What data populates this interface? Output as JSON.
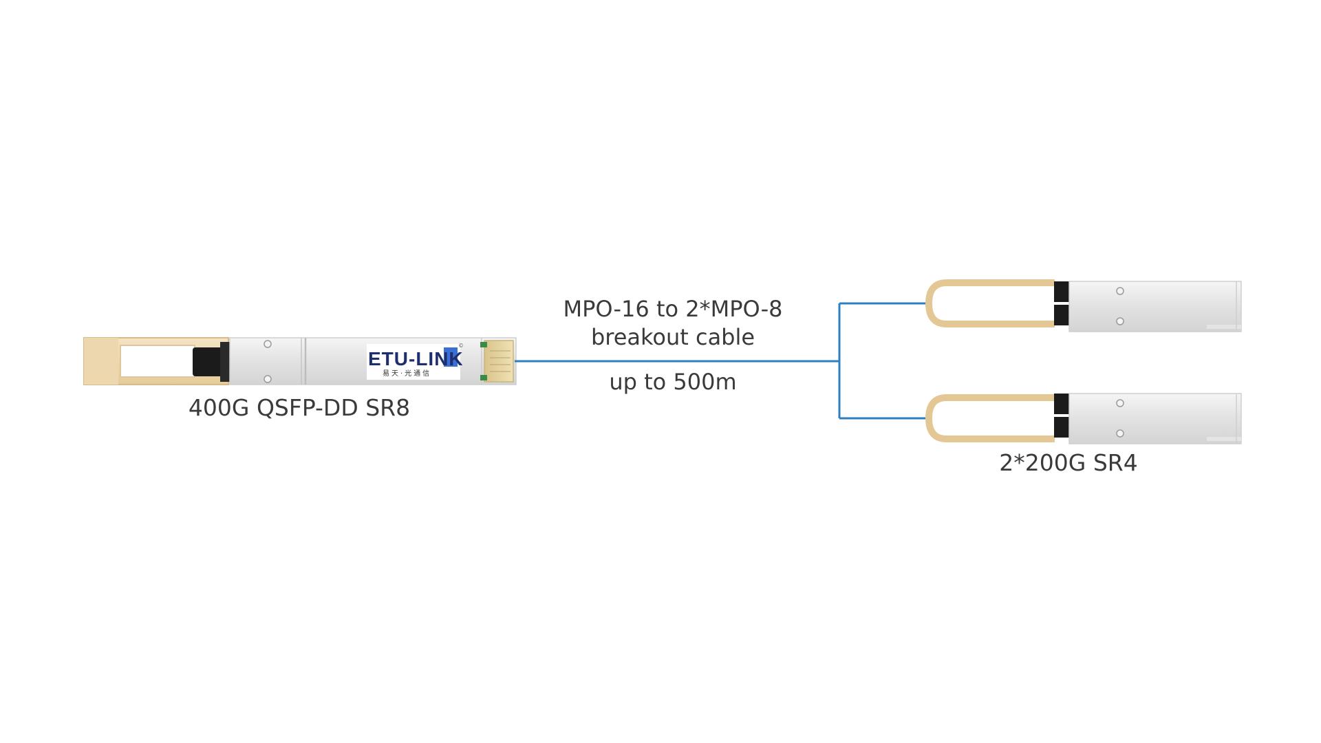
{
  "diagram": {
    "title": "",
    "left_module": {
      "label": "400G QSFP-DD SR8",
      "brand": "ETU-LINK",
      "brand_sub": "易天·光通信",
      "brand_mark": "©"
    },
    "cable": {
      "line1": "MPO-16 to 2*MPO-8",
      "line2": "breakout cable",
      "distance": "up to 500m"
    },
    "right_modules": {
      "label": "2*200G SR4"
    },
    "colors": {
      "cable": "#2d7fc0",
      "pull_tab": "#e3c896",
      "pull_tab_fill": "#f1e1c1",
      "module_body": "#e8e8e8",
      "latch": "#1b1b1b",
      "brand_accent": "#3a6fd8",
      "text": "#3a3a3a"
    }
  }
}
